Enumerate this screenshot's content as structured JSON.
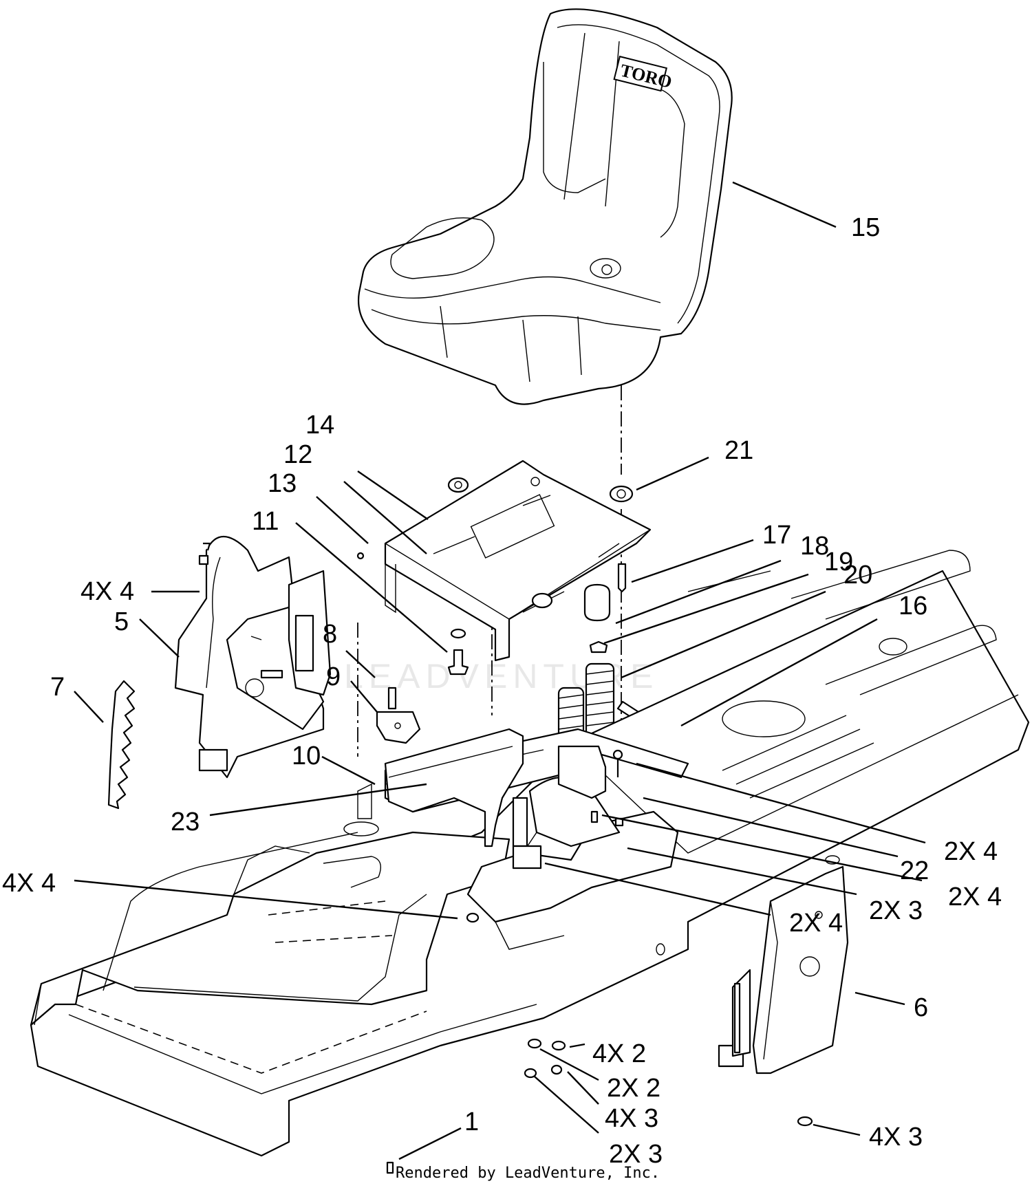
{
  "diagram": {
    "labels": [
      {
        "id": "15",
        "text": "15"
      },
      {
        "id": "14",
        "text": "14"
      },
      {
        "id": "12",
        "text": "12"
      },
      {
        "id": "13",
        "text": "13"
      },
      {
        "id": "11",
        "text": "11"
      },
      {
        "id": "21",
        "text": "21"
      },
      {
        "id": "17",
        "text": "17"
      },
      {
        "id": "18",
        "text": "18"
      },
      {
        "id": "19",
        "text": "19"
      },
      {
        "id": "20",
        "text": "20"
      },
      {
        "id": "16",
        "text": "16"
      },
      {
        "id": "4x4a",
        "text": "4X 4"
      },
      {
        "id": "5",
        "text": "5"
      },
      {
        "id": "7",
        "text": "7"
      },
      {
        "id": "8",
        "text": "8"
      },
      {
        "id": "9",
        "text": "9"
      },
      {
        "id": "10",
        "text": "10"
      },
      {
        "id": "23",
        "text": "23"
      },
      {
        "id": "4x4b",
        "text": "4X 4"
      },
      {
        "id": "2x4a",
        "text": "2X 4"
      },
      {
        "id": "22",
        "text": "22"
      },
      {
        "id": "2x4b",
        "text": "2X 4"
      },
      {
        "id": "2x3a",
        "text": "2X 3"
      },
      {
        "id": "2x4c",
        "text": "2X 4"
      },
      {
        "id": "6",
        "text": "6"
      },
      {
        "id": "4x2",
        "text": "4X 2"
      },
      {
        "id": "2x2",
        "text": "2X 2"
      },
      {
        "id": "4x3a",
        "text": "4X 3"
      },
      {
        "id": "1",
        "text": "1"
      },
      {
        "id": "2x3b",
        "text": "2X 3"
      },
      {
        "id": "4x3b",
        "text": "4X 3"
      }
    ],
    "seat_logo": "TORO",
    "watermark": "LEADVENTURE",
    "footer": "Rendered by LeadVenture, Inc."
  }
}
